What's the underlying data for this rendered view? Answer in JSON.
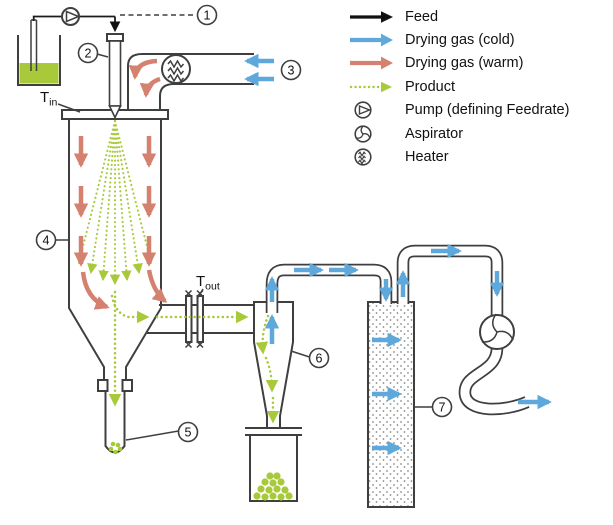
{
  "legend": {
    "items": [
      {
        "label": "Feed",
        "icon": "feed-arrow",
        "color": "#111111",
        "style": "solid-arrow"
      },
      {
        "label": "Drying gas (cold)",
        "icon": "cold-gas-arrow",
        "color": "#5FA8DC",
        "style": "solid-arrow"
      },
      {
        "label": "Drying gas (warm)",
        "icon": "warm-gas-arrow",
        "color": "#D4826F",
        "style": "solid-arrow"
      },
      {
        "label": "Product",
        "icon": "product-arrow",
        "color": "#A8C93A",
        "style": "dotted-arrow"
      },
      {
        "label": "Pump (defining Feedrate)",
        "icon": "pump-symbol"
      },
      {
        "label": "Aspirator",
        "icon": "aspirator-symbol"
      },
      {
        "label": "Heater",
        "icon": "heater-symbol"
      }
    ]
  },
  "callouts": {
    "c1": "1",
    "c2": "2",
    "c3": "3",
    "c4": "4",
    "c5": "5",
    "c6": "6",
    "c7": "7"
  },
  "sensors": {
    "t_in_base": "T",
    "t_in_sub": "in",
    "t_out_base": "T",
    "t_out_sub": "out"
  },
  "colors": {
    "outline": "#3f3f3f",
    "feed": "#111111",
    "cold_gas": "#5FA8DC",
    "warm_gas": "#D4826F",
    "product": "#A8C93A",
    "tank_liquid": "#A8C93A",
    "filter_dots": "#8a8a8a"
  }
}
